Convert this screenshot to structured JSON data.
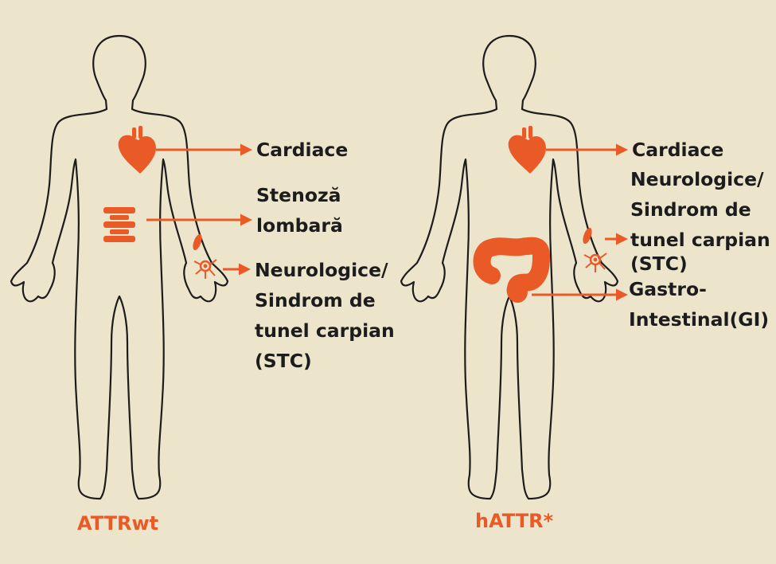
{
  "colors": {
    "background": "#ece5cc",
    "accent": "#ea5a26",
    "outline": "#1c1c1c",
    "text": "#1c1c1c"
  },
  "left_figure": {
    "title": "ATTRwt",
    "labels": {
      "cardiac": "Cardiace",
      "lumbar": [
        "Stenoză",
        "lombară"
      ],
      "neuro": [
        "Neurologice/",
        "Sindrom de",
        "tunel carpian",
        "(STC)"
      ]
    },
    "icons": [
      "heart-icon",
      "spine-icon",
      "wrist-nerve-icon"
    ]
  },
  "right_figure": {
    "title": "hATTR*",
    "labels": {
      "cardiac": "Cardiace",
      "neuro": [
        "Neurologice/",
        "Sindrom de",
        "tunel carpian",
        "(STC)"
      ],
      "gi": [
        "Gastro-",
        "Intestinal(GI)"
      ]
    },
    "icons": [
      "heart-icon",
      "intestine-icon",
      "wrist-nerve-icon"
    ]
  }
}
